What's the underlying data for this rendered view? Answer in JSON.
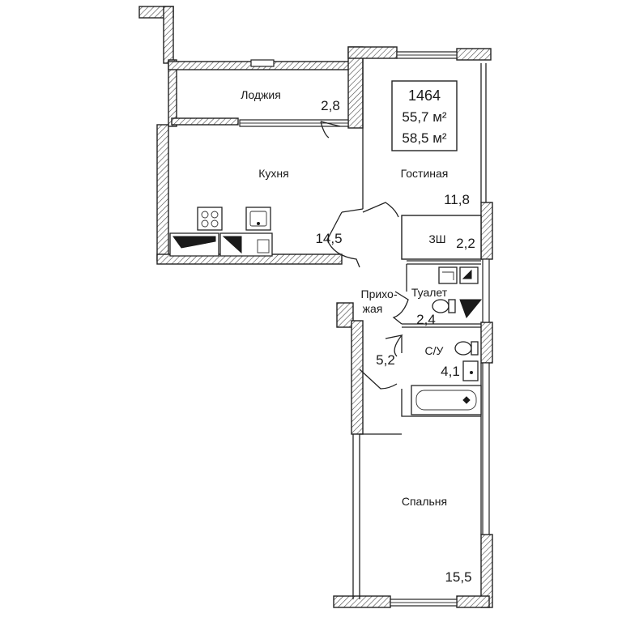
{
  "apartment": {
    "number": "1464",
    "area_living": "55,7 м²",
    "area_total": "58,5 м²"
  },
  "rooms": {
    "loggia": {
      "name": "Лоджия",
      "area": "2,8"
    },
    "kitchen": {
      "name": "Кухня",
      "area": "14,5"
    },
    "living": {
      "name": "Гостиная",
      "area": "11,8"
    },
    "wardrobe": {
      "name": "ЗШ",
      "area": "2,2"
    },
    "hall": {
      "name_line1": "Прихо-",
      "name_line2": "жая",
      "area": "5,2"
    },
    "toilet": {
      "name": "Туалет",
      "area": "2,4"
    },
    "bathroom": {
      "name": "С/У",
      "area": "4,1"
    },
    "bedroom": {
      "name": "Спальня",
      "area": "15,5"
    }
  },
  "colors": {
    "wall_stroke": "#222222",
    "hatch": "#444444",
    "background": "#ffffff"
  },
  "icons": [
    "stove-icon",
    "sink-icon",
    "toilet-icon",
    "bathtub-icon",
    "washbasin-icon"
  ]
}
